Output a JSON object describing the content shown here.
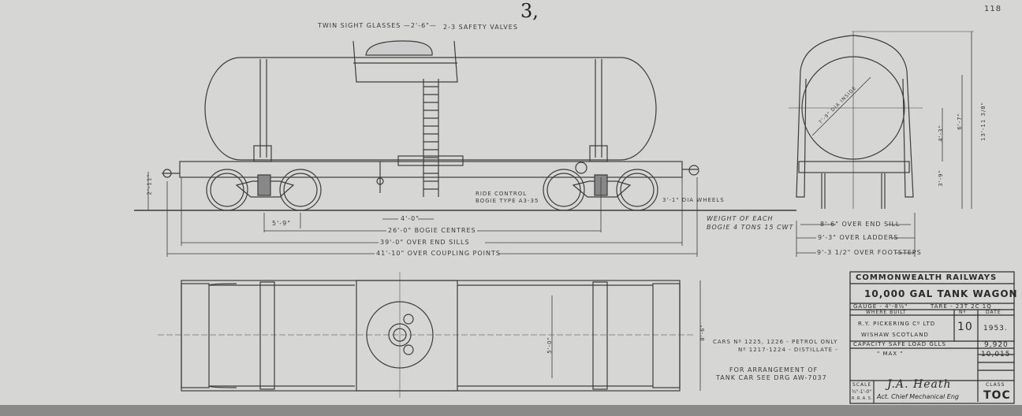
{
  "sheet": {
    "sheet_number": "3,",
    "page_number": "118"
  },
  "side_view": {
    "notes": {
      "sight_glasses": "TWIN SIGHT GLASSES —2'-6\"—",
      "safety_valves": "2-3 SAFETY VALVES",
      "ride_control_1": "RIDE CONTROL",
      "ride_control_2": "BOGIE TYPE A3-35",
      "wheels": "3'-1\" DIA WHEELS",
      "weight_1": "WEIGHT OF EACH",
      "weight_2": "BOGIE 4 TONS 15 CWT"
    },
    "dimensions": {
      "height": "2'-11\"",
      "wheelbase": "5'-9\"",
      "ladder": "4'-0\"",
      "bogie_centres": "26'-0\" BOGIE CENTRES",
      "end_sills": "39'-0\" OVER END SILLS",
      "coupling": "41'-10\" OVER COUPLING POINTS"
    }
  },
  "end_view": {
    "dimensions": {
      "diameter": "7'-9\" DIA INSIDE",
      "d1": "4'-3\"",
      "d2": "6'-7\"",
      "d3": "3'-9\"",
      "overall_height": "13'-11 3/8\"",
      "end_sill": "8'-6\" OVER END SILL",
      "ladders": "9'-3\" OVER LADDERS",
      "footsteps": "9'-3 1/2\" OVER FOOTSTEPS"
    }
  },
  "plan_view": {
    "width": "8'-6\"",
    "inner": "5'-0\""
  },
  "notes": {
    "cars_1": "CARS Nº 1225, 1226 - PETROL ONLY",
    "cars_2": "Nº 1217-1224 - DISTILLATE -",
    "arrangement_1": "FOR ARRANGEMENT OF",
    "arrangement_2": "TANK CAR SEE DRG AW-7037"
  },
  "title_block": {
    "railway": "COMMONWEALTH   RAILWAYS",
    "title": "10,000 GAL TANK WAGON",
    "gauge": "GAUGE - 4'-8½\"",
    "tare": "TARE - 23T 2C 1Q",
    "where_built_label": "WHERE BUILT",
    "no_label": "Nº",
    "date_label": "DATE",
    "builder_1": "R.Y. PICKERING Cº LTD",
    "builder_2": "WISHAW SCOTLAND",
    "number": "10",
    "date": "1953.",
    "capacity_label": "CAPACITY SAFE LOAD GLLS",
    "capacity": "9,920",
    "max_label": "\"  MAX  \"",
    "max": "10,015",
    "scale_label": "SCALE",
    "scale": "¼\"-1'-0\"",
    "scale_code": "R.R.A.S.",
    "signature": "J.A. Heath",
    "signatory": "Act. Chief Mechanical Eng",
    "class_label": "CLASS",
    "class": "TOC"
  }
}
